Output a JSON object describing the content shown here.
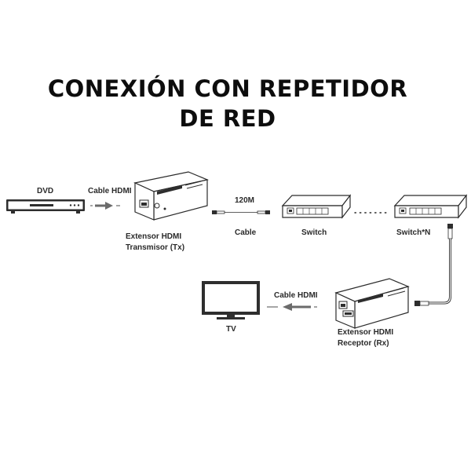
{
  "title": {
    "line1": "CONEXIÓN CON REPETIDOR",
    "line2": "DE RED"
  },
  "labels": {
    "dvd": "DVD",
    "cable_hdmi_in": "Cable HDMI",
    "transmitter_line1": "Extensor HDMI",
    "transmitter_line2": "Transmisor (Tx)",
    "cable_length": "120M",
    "cable": "Cable",
    "switch": "Switch",
    "switch_n": "Switch*N",
    "cable_hdmi_out": "Cable HDMI",
    "tv": "TV",
    "receiver_line1": "Extensor HDMI",
    "receiver_line2": "Receptor (Rx)"
  },
  "colors": {
    "device_stroke": "#2b2b2b",
    "device_fill": "#ffffff",
    "device_dark": "#2e2e2e",
    "arrow": "#6b6b6b"
  }
}
